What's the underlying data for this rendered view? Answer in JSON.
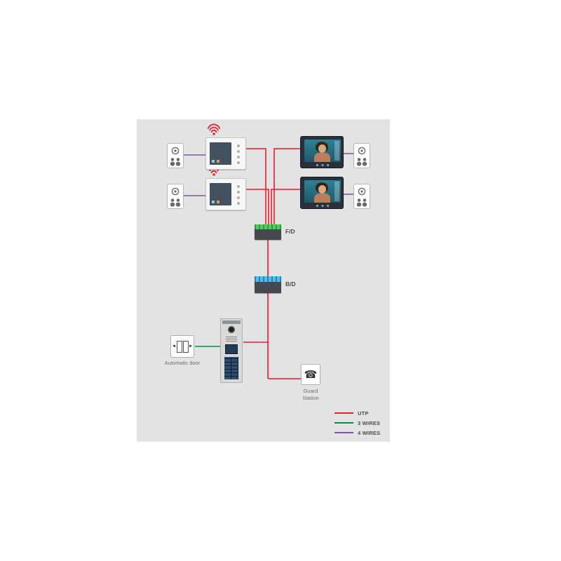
{
  "colors": {
    "panel_bg": "#e3e3e3",
    "utp": "#ed1b2d",
    "wires3": "#008f3e",
    "wires4": "#7d55a5",
    "wifi": "#ed1b2d"
  },
  "labels": {
    "fd": "F/D",
    "bd": "B/D",
    "automatic_door": "Automatic door",
    "guard_line1": "Guard",
    "guard_line2": "Station"
  },
  "legend": {
    "items": [
      {
        "label": "UTP",
        "color": "#ed1b2d"
      },
      {
        "label": "3 WIRES",
        "color": "#008f3e"
      },
      {
        "label": "4 WIRES",
        "color": "#7d55a5"
      }
    ]
  },
  "icons": {
    "telephone": "☎",
    "arrow_left": "◄",
    "arrow_right": "►"
  }
}
